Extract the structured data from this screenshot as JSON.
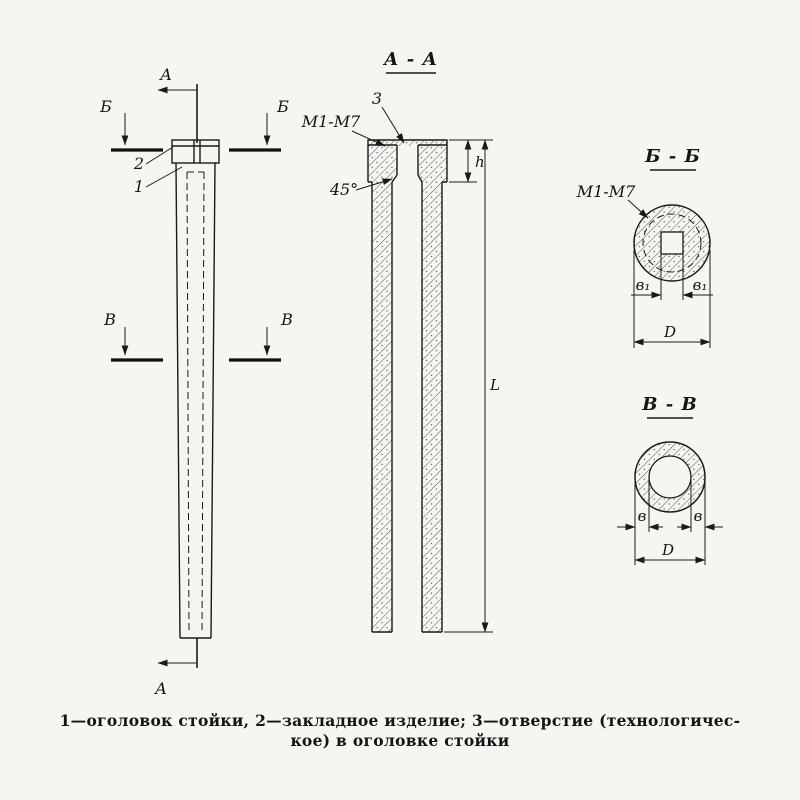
{
  "page": {
    "background_color": "#f6f5f1",
    "ink_color": "#1a1a1a"
  },
  "views": {
    "elevation": {
      "marker_a_top": "А",
      "marker_a_bottom": "А",
      "marker_b_left": "Б",
      "marker_b_right": "Б",
      "marker_v_left": "В",
      "marker_v_right": "В",
      "callout_1": "1",
      "callout_2": "2"
    },
    "section_aa": {
      "title": "А - А",
      "callout_3": "3",
      "label_m1m7": "М1-М7",
      "angle": "45°",
      "dim_h": "h",
      "dim_l": "L"
    },
    "section_bb": {
      "title": "Б - Б",
      "label_m1m7": "М1-М7",
      "dim_b1_left": "в₁",
      "dim_b1_right": "в₁",
      "dim_d": "D"
    },
    "section_vv": {
      "title": "В - В",
      "dim_b_left": "в",
      "dim_b_right": "в",
      "dim_d": "D"
    }
  },
  "caption": {
    "line1": "1—оголовок стойки, 2—закладное изделие; 3—отверстие (технологичес-",
    "line2": "кое) в оголовке стойки"
  }
}
